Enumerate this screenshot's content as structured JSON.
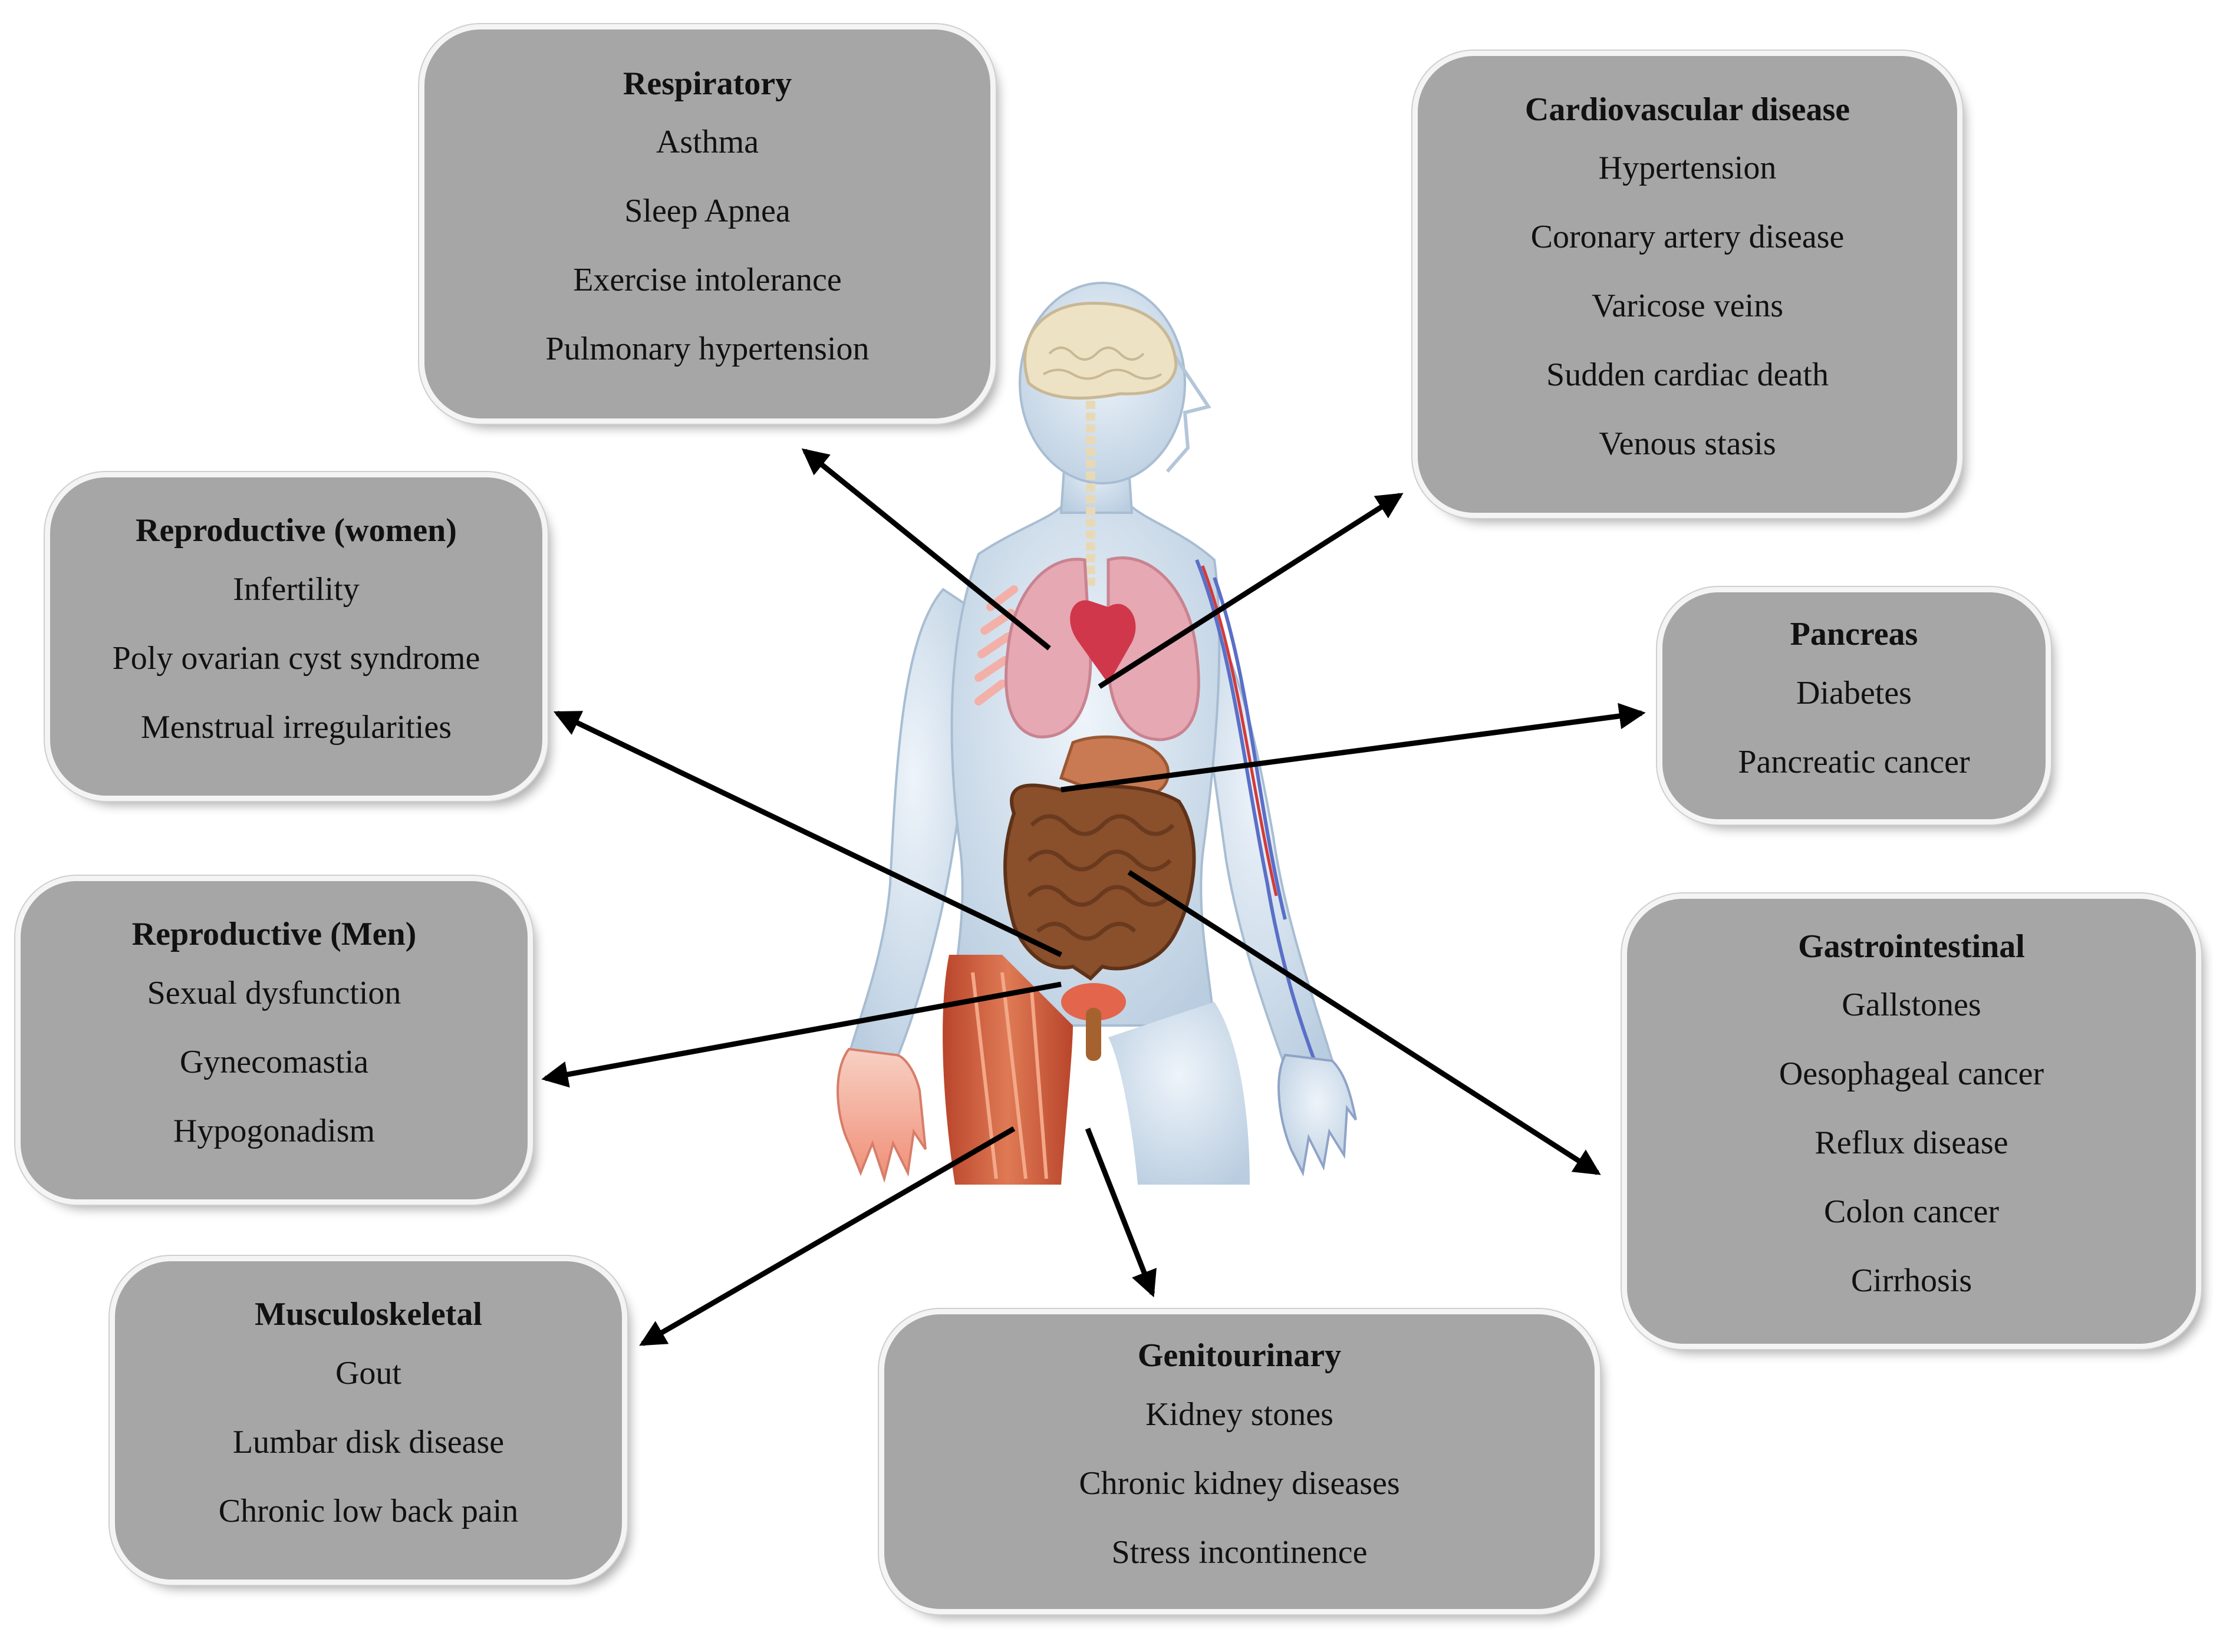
{
  "colors": {
    "box_fill": "#a6a6a6",
    "box_text": "#111111",
    "arrow": "#000000",
    "skin": "#c7d7e6",
    "lung": "#e6a8b2",
    "intestine": "#8a4f2b",
    "muscle": "#cf6a48",
    "brain": "#eee2c4"
  },
  "illustration": {
    "subject": "human-body-anatomy-icon"
  },
  "boxes": [
    {
      "id": "respiratory",
      "title": "Respiratory",
      "items": [
        "Asthma",
        "Sleep Apnea",
        "Exercise intolerance",
        "Pulmonary hypertension"
      ]
    },
    {
      "id": "cardiovascular",
      "title": "Cardiovascular disease",
      "items": [
        "Hypertension",
        "Coronary artery disease",
        "Varicose veins",
        "Sudden cardiac death",
        "Venous stasis"
      ]
    },
    {
      "id": "reproductive-women",
      "title": "Reproductive (women)",
      "items": [
        "Infertility",
        "Poly ovarian cyst syndrome",
        "Menstrual irregularities"
      ]
    },
    {
      "id": "pancreas",
      "title": "Pancreas",
      "items": [
        "Diabetes",
        "Pancreatic cancer"
      ]
    },
    {
      "id": "reproductive-men",
      "title": "Reproductive (Men)",
      "items": [
        "Sexual dysfunction",
        "Gynecomastia",
        "Hypogonadism"
      ]
    },
    {
      "id": "gastrointestinal",
      "title": "Gastrointestinal",
      "items": [
        "Gallstones",
        "Oesophageal cancer",
        "Reflux disease",
        "Colon cancer",
        "Cirrhosis"
      ]
    },
    {
      "id": "musculoskeletal",
      "title": "Musculoskeletal",
      "items": [
        "Gout",
        "Lumbar disk disease",
        "Chronic low back pain"
      ]
    },
    {
      "id": "genitourinary",
      "title": "Genitourinary",
      "items": [
        "Kidney stones",
        "Chronic kidney diseases",
        "Stress incontinence"
      ]
    }
  ]
}
